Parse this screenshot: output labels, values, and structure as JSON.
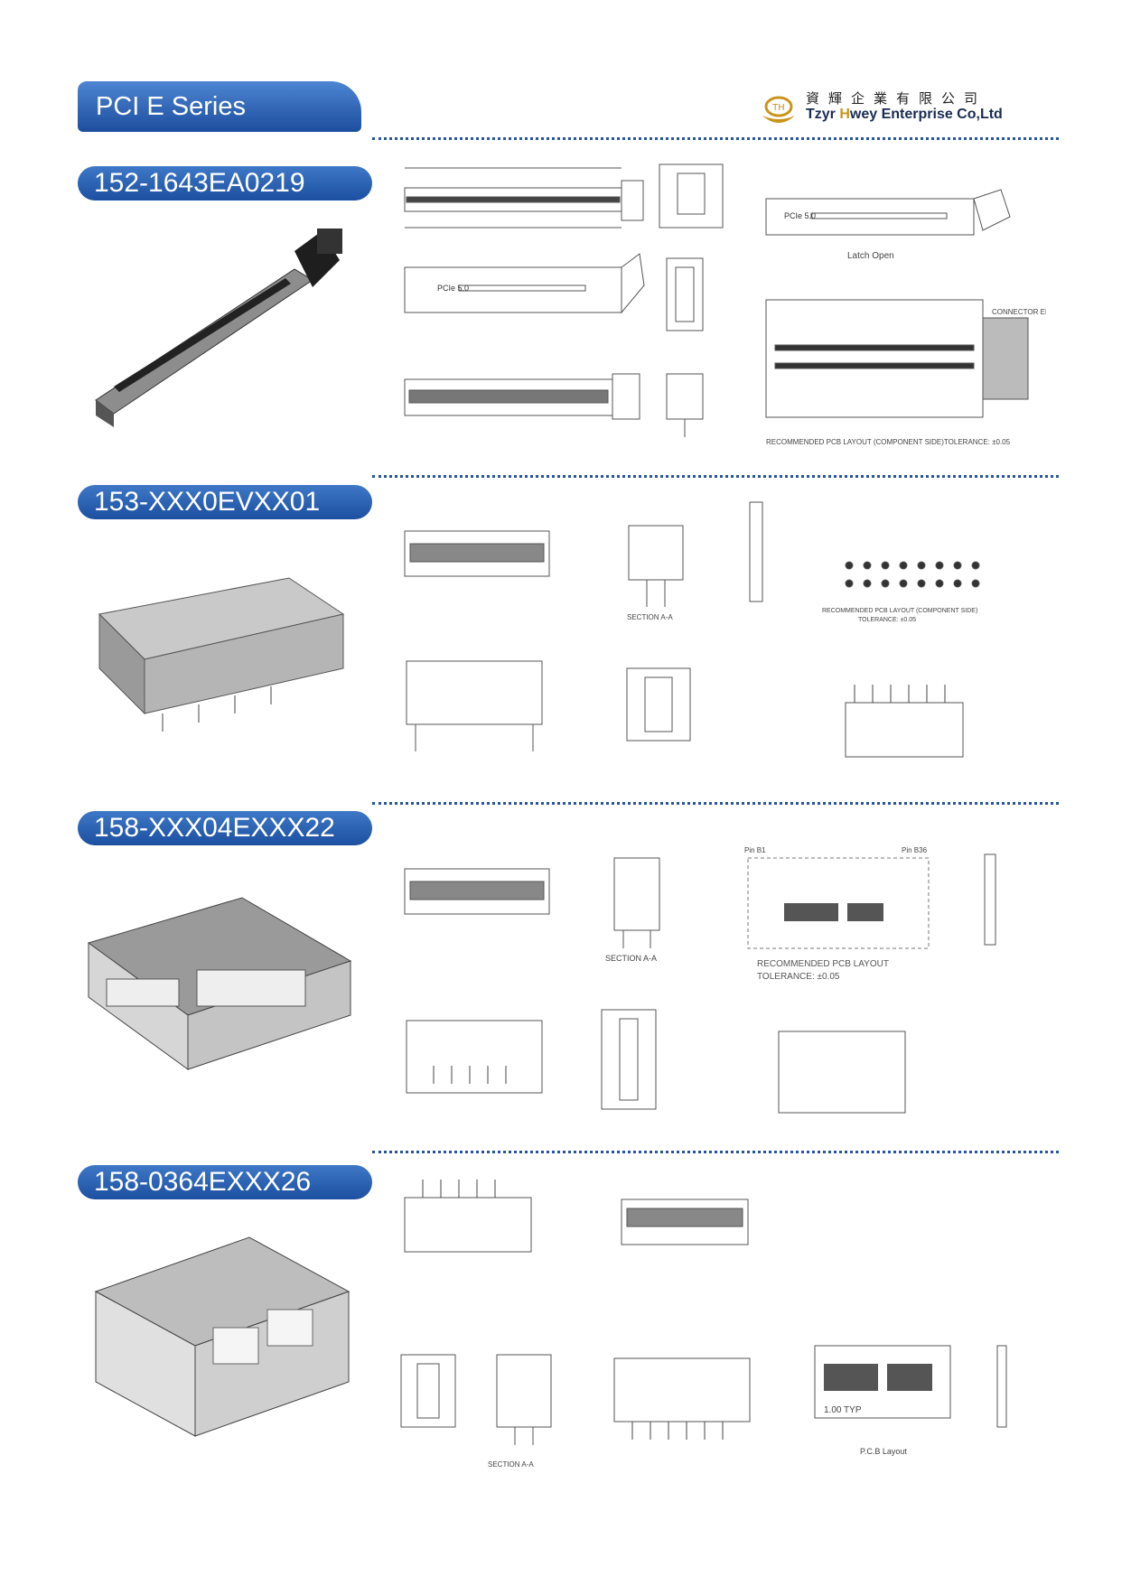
{
  "header": {
    "series_title": "PCI E Series",
    "company_cn": "資輝企業有限公司",
    "company_en_prefix": "Tzyr ",
    "company_en_h": "H",
    "company_en_rest": "wey Enterprise Co,Ltd"
  },
  "colors": {
    "accent": "#1f56a8",
    "logo_gold": "#c9941a"
  },
  "sections": [
    {
      "part_no": "152-1643EA0219",
      "labels": [
        "Latch Open",
        "RECOMMENDED PCB LAYOUT (COMPONENT SIDE)TOLERANCE: ±0.05",
        "CONNECTOR EDGE",
        "PCIe 5.0"
      ]
    },
    {
      "part_no": "153-XXX0EVXX01",
      "labels": [
        "SECTION A-A",
        "RECOMMENDED PCB LAYOUT (COMPONENT SIDE)",
        "TOLERANCE: ±0.05"
      ]
    },
    {
      "part_no": "158-XXX04EXXX22",
      "labels": [
        "SECTION A-A",
        "RECOMMENDED PCB LAYOUT",
        "TOLERANCE: ±0.05",
        "Pin B1",
        "Pin B36"
      ]
    },
    {
      "part_no": "158-0364EXXX26",
      "labels": [
        "SECTION A-A",
        "P.C.B Layout",
        "1.00 TYP"
      ]
    }
  ]
}
